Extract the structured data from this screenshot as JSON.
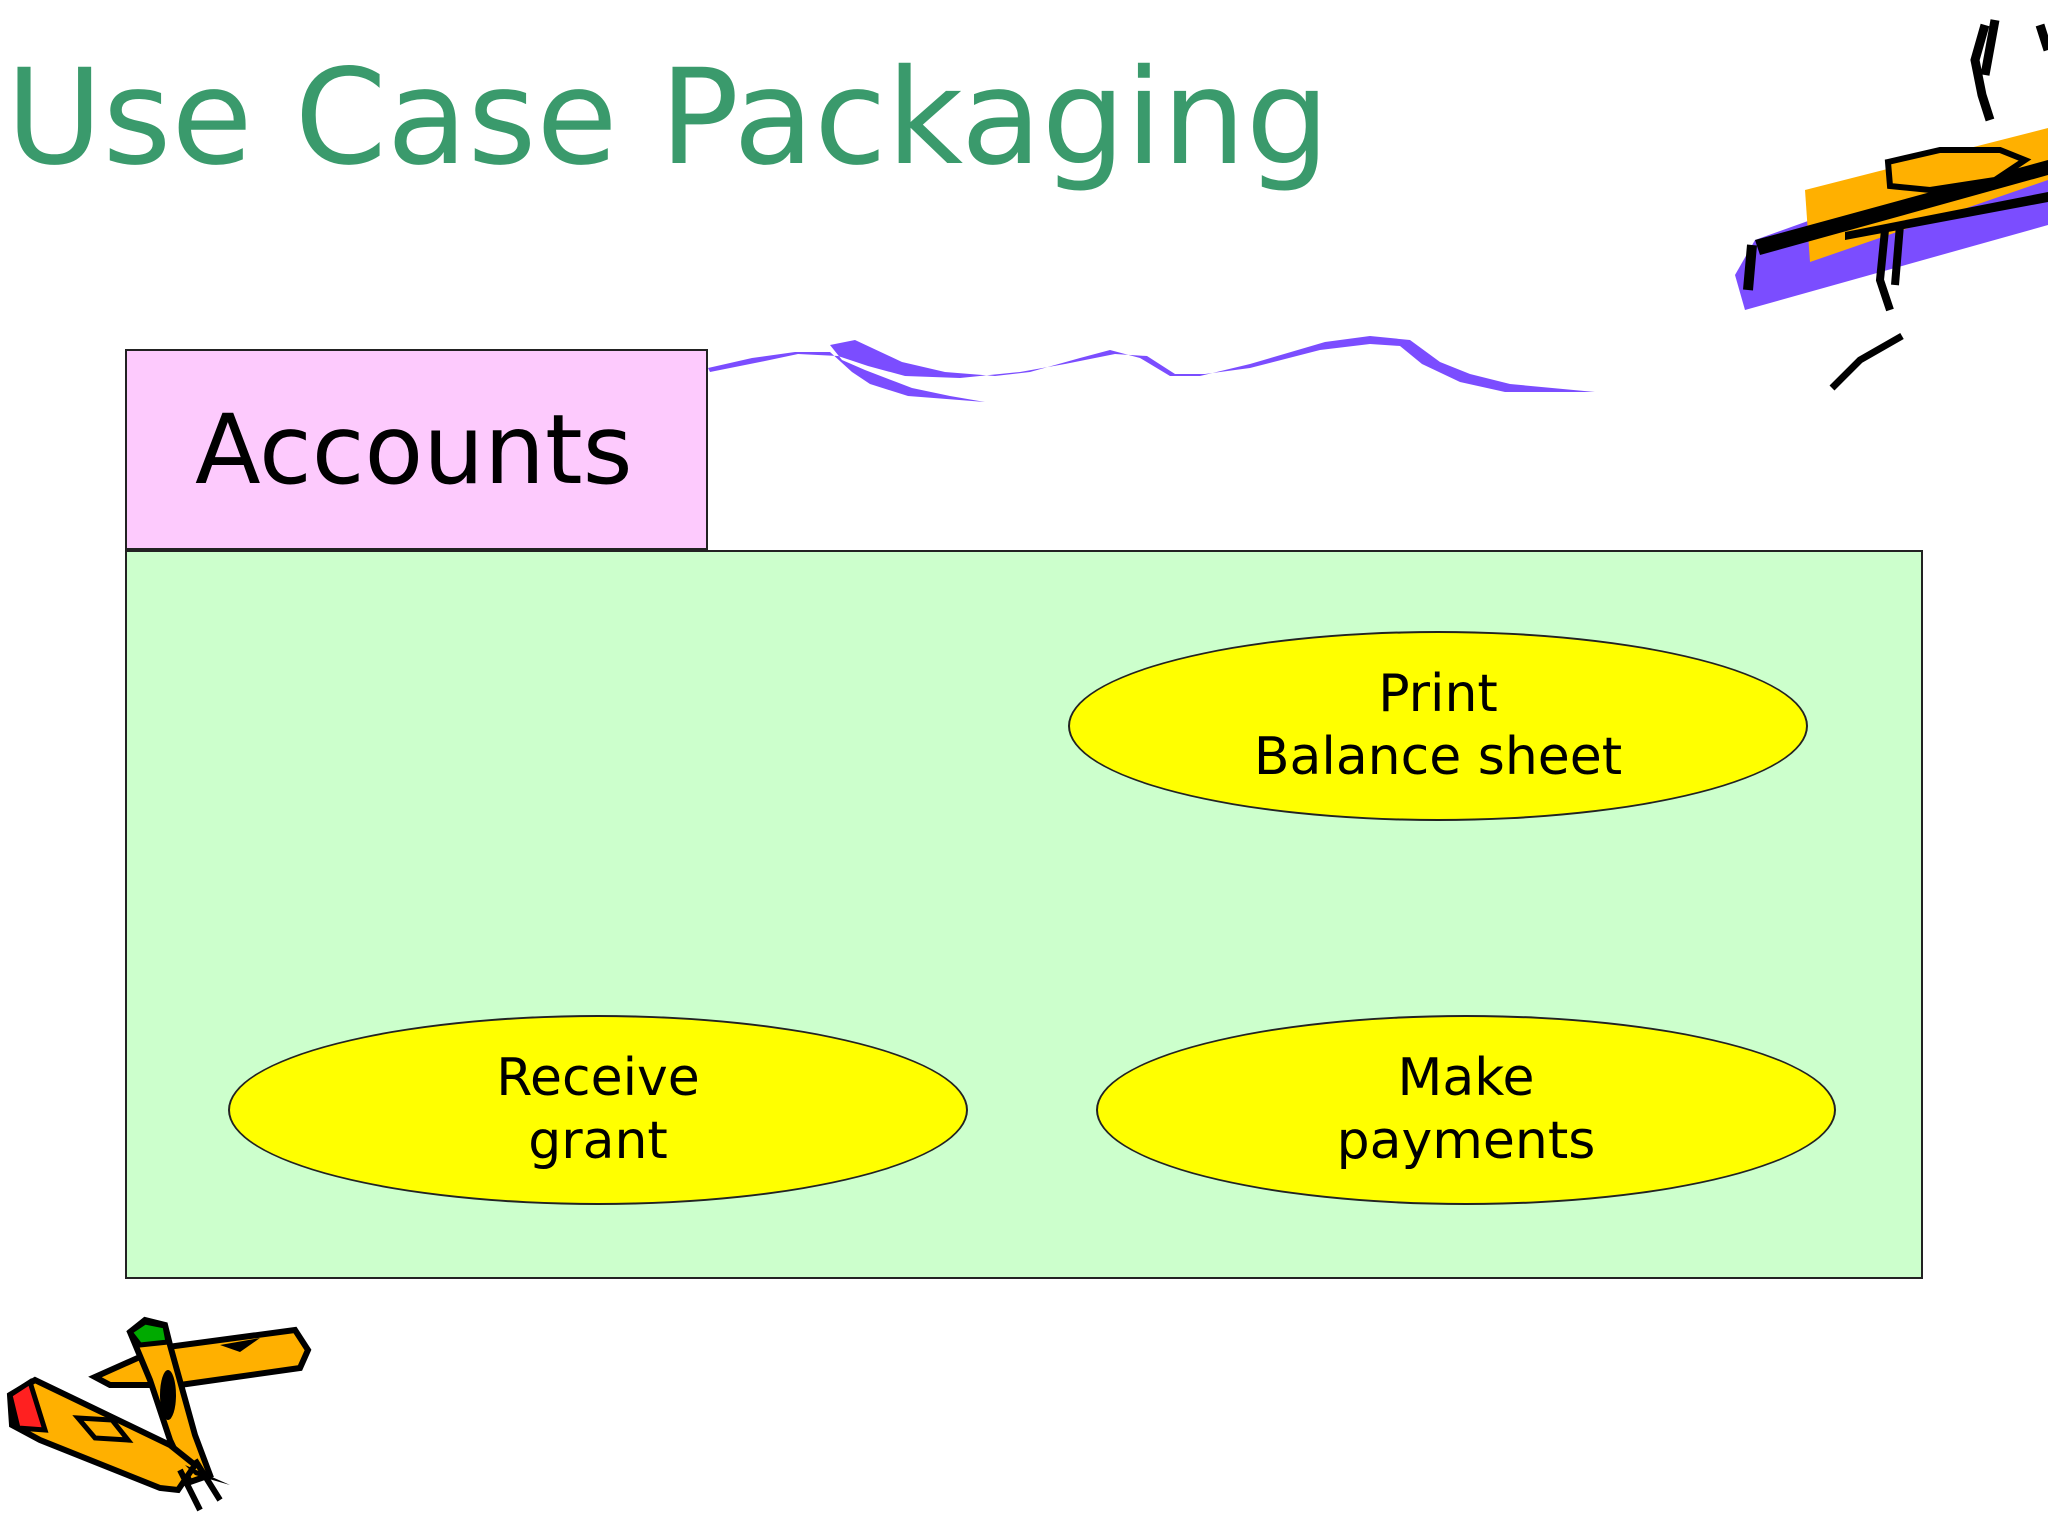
{
  "slide": {
    "title": "Use Case Packaging"
  },
  "package": {
    "name": "Accounts",
    "use_cases": [
      {
        "line1": "Print",
        "line2": "Balance sheet"
      },
      {
        "line1": "Receive",
        "line2": "grant"
      },
      {
        "line1": "Make",
        "line2": "payments"
      }
    ]
  },
  "colors": {
    "title": "#3a9a6c",
    "package_tab": "#fdcafd",
    "package_body": "#ccffcc",
    "use_case_fill": "#ffff00",
    "scribble": "#7b4dff",
    "pencil_orange": "#ffb000"
  },
  "decorations": [
    "scribble-line",
    "pencil-icon",
    "crayons-icon"
  ]
}
